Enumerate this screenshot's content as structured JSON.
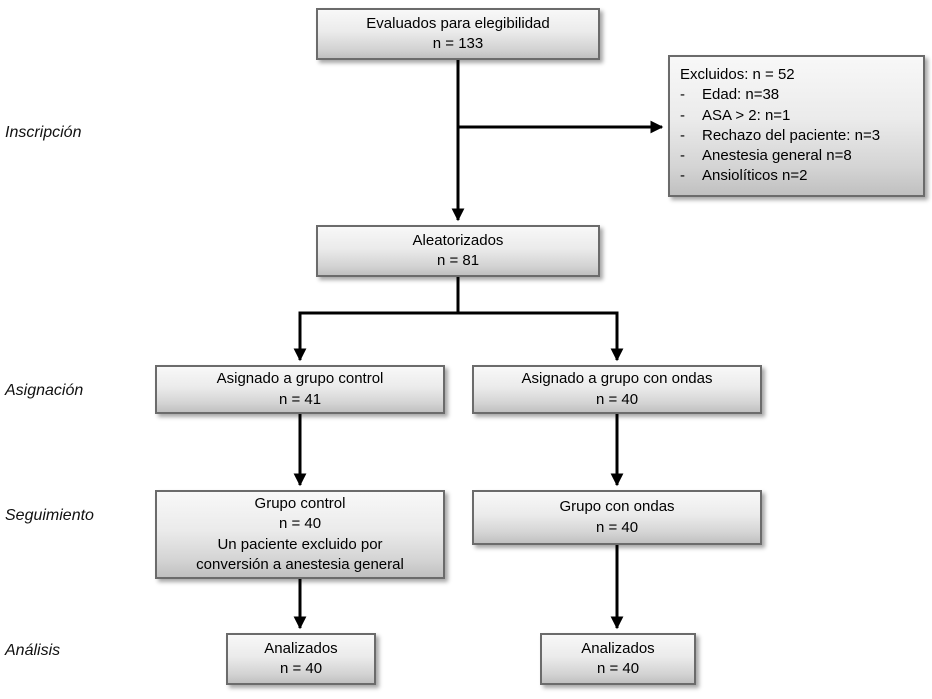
{
  "stages": [
    "Inscripción",
    "Asignación",
    "Seguimiento",
    "Análisis"
  ],
  "boxes": {
    "assessed": {
      "lines": [
        "Evaluados para elegibilidad",
        "n = 133"
      ]
    },
    "excluded": {
      "title": "Excluidos: n = 52",
      "bullet": "-",
      "items": [
        "Edad: n=38",
        "ASA > 2: n=1",
        "Rechazo del paciente: n=3",
        "Anestesia general n=8",
        "Ansiolíticos n=2"
      ]
    },
    "randomized": {
      "lines": [
        "Aleatorizados",
        "n = 81"
      ]
    },
    "alloc_control": {
      "lines": [
        "Asignado a grupo control",
        "n = 41"
      ]
    },
    "alloc_waves": {
      "lines": [
        "Asignado a grupo con ondas",
        "n = 40"
      ]
    },
    "follow_control": {
      "lines": [
        "Grupo control",
        "n = 40",
        "Un paciente excluido por",
        "conversión a anestesia general"
      ]
    },
    "follow_waves": {
      "lines": [
        "Grupo con ondas",
        "n = 40"
      ]
    },
    "analyzed_control": {
      "lines": [
        "Analizados",
        "n = 40"
      ]
    },
    "analyzed_waves": {
      "lines": [
        "Analizados",
        "n = 40"
      ]
    }
  },
  "colors": {
    "arrow": "#000000",
    "box_border": "#6b6b6b",
    "box_fill_top": "#f8f8f8",
    "box_fill_bottom": "#c0c0c0",
    "background": "#ffffff"
  }
}
